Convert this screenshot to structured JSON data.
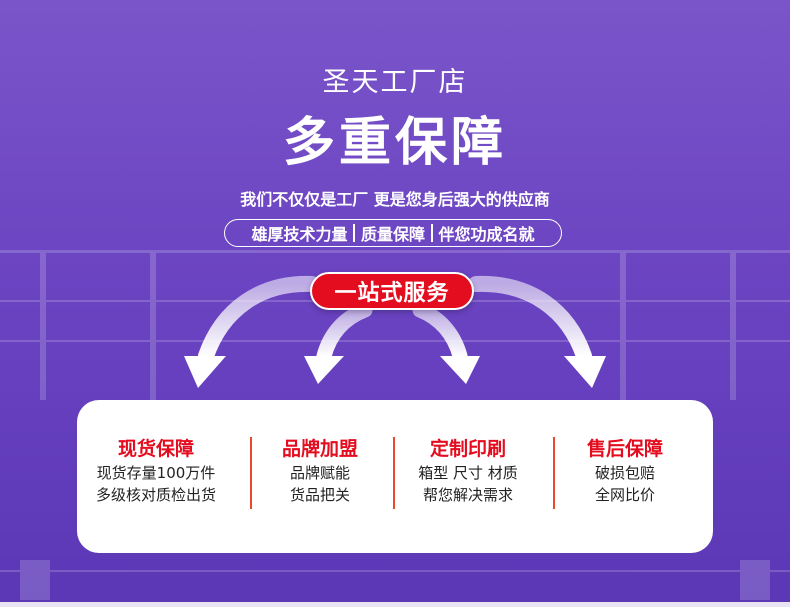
{
  "header": {
    "subtitle": "圣天工厂店",
    "title": "多重保障",
    "tagline": "我们不仅仅是工厂 更是您身后强大的供应商"
  },
  "pill": {
    "items": [
      "雄厚技术力量",
      "质量保障",
      "伴您功成名就"
    ]
  },
  "service_badge": "一站式服务",
  "features": [
    {
      "title": "现货保障",
      "lines": [
        "现货存量100万件",
        "多级核对质检出货"
      ]
    },
    {
      "title": "品牌加盟",
      "lines": [
        "品牌赋能",
        "货品把关"
      ]
    },
    {
      "title": "定制印刷",
      "lines": [
        "箱型 尺寸 材质",
        "帮您解决需求"
      ]
    },
    {
      "title": "售后保障",
      "lines": [
        "破损包赔",
        "全网比价"
      ]
    }
  ],
  "colors": {
    "background": "#6b44c2",
    "accent_red": "#e30d1f",
    "card": "#ffffff"
  }
}
